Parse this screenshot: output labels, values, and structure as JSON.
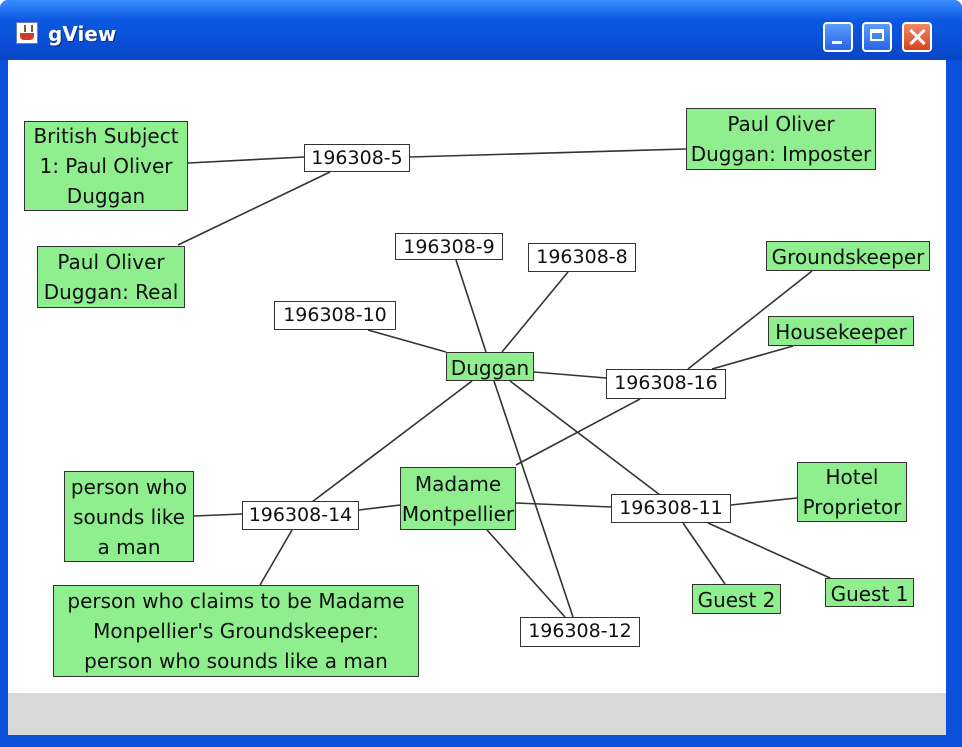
{
  "window": {
    "title": "gView"
  },
  "graph": {
    "nodes": [
      {
        "id": "british",
        "label": "British Subject 1: Paul Oliver Duggan",
        "kind": "entity"
      },
      {
        "id": "imposter",
        "label": "Paul Oliver Duggan: Imposter",
        "kind": "entity"
      },
      {
        "id": "real",
        "label": "Paul Oliver Duggan: Real",
        "kind": "entity"
      },
      {
        "id": "ev5",
        "label": "196308-5",
        "kind": "event"
      },
      {
        "id": "ev9",
        "label": "196308-9",
        "kind": "event"
      },
      {
        "id": "ev8",
        "label": "196308-8",
        "kind": "event"
      },
      {
        "id": "ev10",
        "label": "196308-10",
        "kind": "event"
      },
      {
        "id": "grounds",
        "label": "Groundskeeper",
        "kind": "entity"
      },
      {
        "id": "house",
        "label": "Housekeeper",
        "kind": "entity"
      },
      {
        "id": "duggan",
        "label": "Duggan",
        "kind": "entity"
      },
      {
        "id": "ev16",
        "label": "196308-16",
        "kind": "event"
      },
      {
        "id": "sounds",
        "label": "person who sounds like a man",
        "kind": "entity"
      },
      {
        "id": "ev14",
        "label": "196308-14",
        "kind": "event"
      },
      {
        "id": "madame",
        "label": "Madame Montpellier",
        "kind": "entity"
      },
      {
        "id": "ev11",
        "label": "196308-11",
        "kind": "event"
      },
      {
        "id": "hotel",
        "label": "Hotel Proprietor",
        "kind": "entity"
      },
      {
        "id": "claims",
        "label": "person who claims to be Madame Monpellier's Groundskeeper: person who sounds like a man",
        "kind": "entity"
      },
      {
        "id": "guest2",
        "label": "Guest 2",
        "kind": "entity"
      },
      {
        "id": "guest1",
        "label": "Guest 1",
        "kind": "entity"
      },
      {
        "id": "ev12",
        "label": "196308-12",
        "kind": "event"
      }
    ]
  },
  "colors": {
    "entity_fill": "#8fef8f",
    "event_fill": "#ffffff",
    "titlebar": "#0a50d8"
  }
}
